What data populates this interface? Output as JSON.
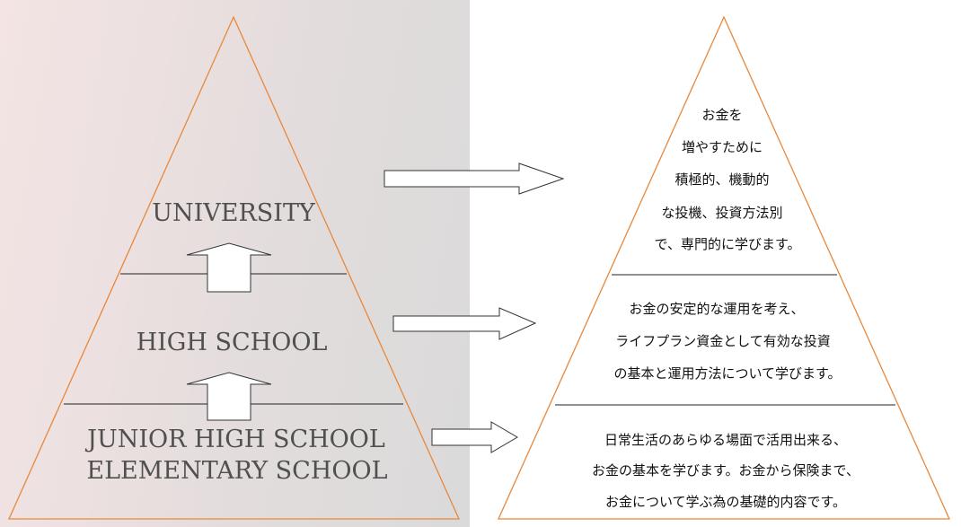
{
  "left_pyramid": {
    "levels": {
      "top": "UNIVERSITY",
      "middle": "HIGH SCHOOL",
      "bottom_line1": "JUNIOR HIGH SCHOOL",
      "bottom_line2": "ELEMENTARY SCHOOL"
    }
  },
  "right_pyramid": {
    "top_lines": [
      "お金を",
      "増やすために",
      "積極的、機動的",
      "な投機、投資方法別",
      "で、専門的に学びます。"
    ],
    "middle_lines": [
      "お金の安定的な運用を考え、",
      "ライフプラン資金として有効な投資",
      "の基本と運用方法について学びます。"
    ],
    "bottom_lines": [
      "日常生活のあらゆる場面で活用出来る、",
      "お金の基本を学びます。お金から保険まで、",
      "お金について学ぶ為の基礎的内容です。"
    ]
  },
  "colors": {
    "pyramid_outline": "#e8883a",
    "divider": "#222222",
    "arrow_stroke": "#333333",
    "arrow_fill": "#ffffff"
  }
}
